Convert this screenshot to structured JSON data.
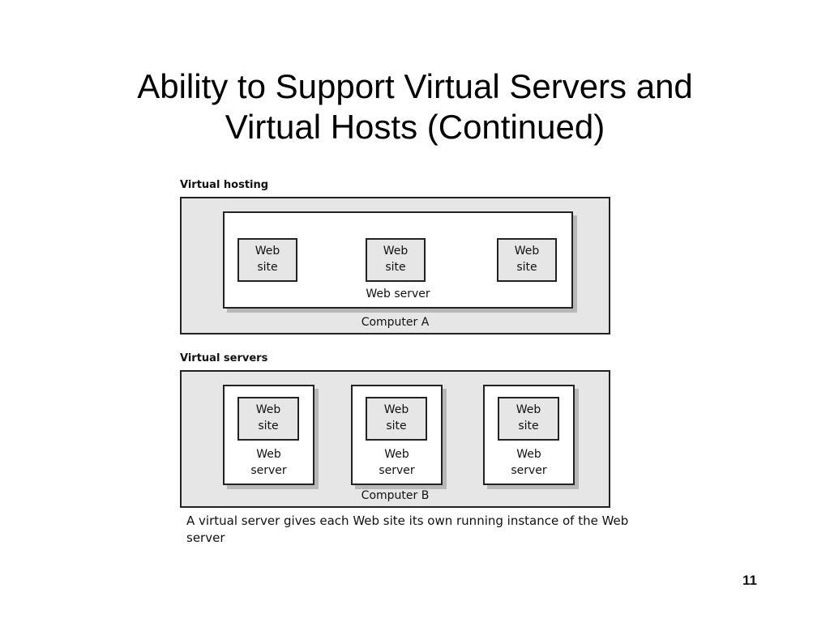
{
  "slide": {
    "title_line1": "Ability to Support Virtual Servers and",
    "title_line2": "Virtual Hosts (Continued)",
    "page_number": "11"
  },
  "virtual_hosting": {
    "label": "Virtual hosting",
    "computer_label": "Computer A",
    "server_label": "Web server",
    "sites": [
      {
        "line1": "Web",
        "line2": "site"
      },
      {
        "line1": "Web",
        "line2": "site"
      },
      {
        "line1": "Web",
        "line2": "site"
      }
    ]
  },
  "virtual_servers": {
    "label": "Virtual servers",
    "computer_label": "Computer B",
    "servers": [
      {
        "site_line1": "Web",
        "site_line2": "site",
        "server_line1": "Web",
        "server_line2": "server"
      },
      {
        "site_line1": "Web",
        "site_line2": "site",
        "server_line1": "Web",
        "server_line2": "server"
      },
      {
        "site_line1": "Web",
        "site_line2": "site",
        "server_line1": "Web",
        "server_line2": "server"
      }
    ]
  },
  "caption": "A virtual server gives each Web site its own running instance of the Web server"
}
